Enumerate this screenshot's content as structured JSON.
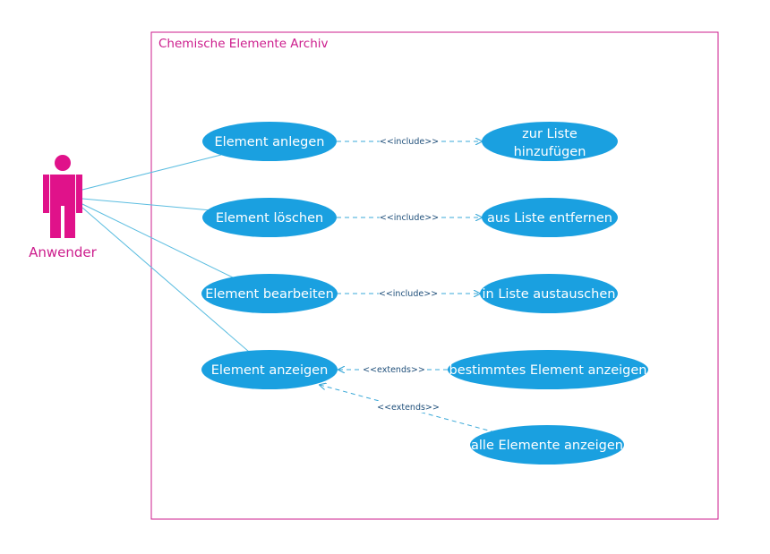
{
  "boundary": {
    "title": "Chemische Elemente Archiv"
  },
  "actor": {
    "label": "Anwender"
  },
  "use_cases": {
    "anlegen": "Element anlegen",
    "loeschen": "Element löschen",
    "bearbeiten": "Element bearbeiten",
    "anzeigen": "Element anzeigen",
    "hinzufuegen_1": "zur Liste",
    "hinzufuegen_2": "hinzufügen",
    "entfernen": "aus Liste entfernen",
    "austauschen": "in Liste austauschen",
    "bestimmtes": "bestimmtes Element anzeigen",
    "alle": "alle Elemente anzeigen"
  },
  "relations": {
    "include_1": "<<include>>",
    "include_2": "<<include>>",
    "include_3": "<<include>>",
    "extends_1": "<<extends>>",
    "extends_2": "<<extends>>"
  },
  "colors": {
    "boundary": "#cc1c8c",
    "actor": "#e0128a",
    "use_case_fill": "#1aa0e0",
    "association": "#5bbde0",
    "dependency": "#3aa8d8"
  }
}
